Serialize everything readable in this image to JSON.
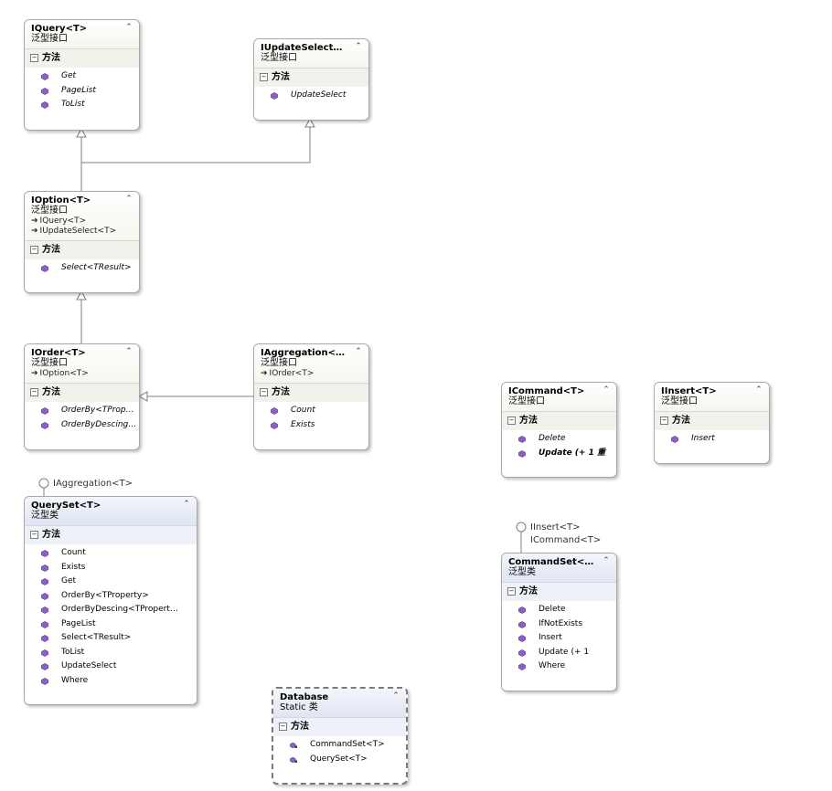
{
  "stereotypes": {
    "generic_interface": "泛型接口",
    "generic_class": "泛型类",
    "static_class": "Static 类"
  },
  "section_methods": "方法",
  "collapse_glyph": "⌃",
  "colors": {
    "interface_header": "#f4f7ee",
    "class_header": "#dfe5f2",
    "method_icon": "#8b5fc7",
    "connector": "#7f7f7f"
  },
  "boxes": {
    "iquery": {
      "name": "IQuery",
      "generic": "<T>",
      "methods": [
        "Get",
        "PageList",
        "ToList"
      ]
    },
    "iupdateselect": {
      "name": "IUpdateSelect…",
      "methods": [
        "UpdateSelect"
      ]
    },
    "ioption": {
      "name": "IOption",
      "generic": "<T>",
      "inherits": [
        "IQuery<T>",
        "IUpdateSelect<T>"
      ],
      "methods": [
        "Select<TResult>"
      ]
    },
    "iorder": {
      "name": "IOrder",
      "generic": "<T>",
      "inherits": [
        "IOption<T>"
      ],
      "methods": [
        "OrderBy<TProp…",
        "OrderByDescing…"
      ]
    },
    "iaggregation": {
      "name": "IAggregation<…",
      "inherits": [
        "IOrder<T>"
      ],
      "methods": [
        "Count",
        "Exists"
      ]
    },
    "icommand": {
      "name": "ICommand",
      "generic": "<T>",
      "methods": [
        "Delete",
        "Update (+ 1 重"
      ]
    },
    "iinsert": {
      "name": "IInsert",
      "generic": "<T>",
      "methods": [
        "Insert"
      ]
    },
    "queryset": {
      "name": "QuerySet",
      "generic": "<T>",
      "methods": [
        "Count",
        "Exists",
        "Get",
        "OrderBy<TProperty>",
        "OrderByDescing<TPropert…",
        "PageList",
        "Select<TResult>",
        "ToList",
        "UpdateSelect",
        "Where"
      ]
    },
    "commandset": {
      "name": "CommandSet<…",
      "methods": [
        "Delete",
        "IfNotExists",
        "Insert",
        "Update (+ 1",
        "Where"
      ]
    },
    "database": {
      "name": "Database",
      "methods": [
        "CommandSet<T>",
        "QuerySet<T>"
      ]
    }
  },
  "lollipops": {
    "queryset_impl": "IAggregation<T>",
    "commandset_impl_1": "IInsert<T>",
    "commandset_impl_2": "ICommand<T>"
  }
}
